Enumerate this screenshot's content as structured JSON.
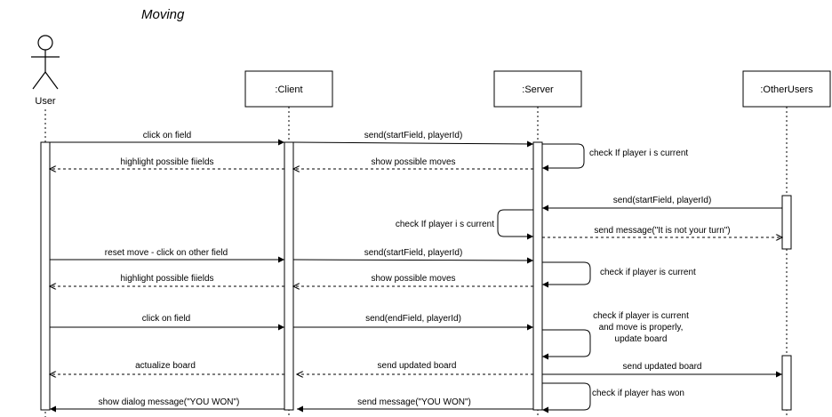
{
  "title": "Moving",
  "participants": [
    {
      "id": "user",
      "label": "User",
      "kind": "actor"
    },
    {
      "id": "client",
      "label": ":Client",
      "kind": "box"
    },
    {
      "id": "server",
      "label": ":Server",
      "kind": "box"
    },
    {
      "id": "other",
      "label": ":OtherUsers",
      "kind": "box"
    }
  ],
  "messages": [
    {
      "id": "m1",
      "text": "click on field",
      "from": "user",
      "to": "client",
      "type": "call"
    },
    {
      "id": "m2",
      "text": "send(startField, playerId)",
      "from": "client",
      "to": "server",
      "type": "call"
    },
    {
      "id": "m3",
      "text": "check If player i s current",
      "from": "server",
      "to": "server",
      "type": "self"
    },
    {
      "id": "m4",
      "text": "highlight possible fiields",
      "from": "client",
      "to": "user",
      "type": "return"
    },
    {
      "id": "m5",
      "text": "show possible moves",
      "from": "server",
      "to": "client",
      "type": "return"
    },
    {
      "id": "m6",
      "text": "send(startField, playerId)",
      "from": "other",
      "to": "server",
      "type": "call"
    },
    {
      "id": "m7",
      "text": "check If player i s current",
      "from": "server",
      "to": "server",
      "type": "self-left"
    },
    {
      "id": "m8",
      "text": "send message(\"It is not your turn\")",
      "from": "server",
      "to": "other",
      "type": "return"
    },
    {
      "id": "m9",
      "text": "reset move - click on other field",
      "from": "user",
      "to": "client",
      "type": "call"
    },
    {
      "id": "m10",
      "text": "send(startField, playerId)",
      "from": "client",
      "to": "server",
      "type": "call"
    },
    {
      "id": "m11",
      "text": "check if player is current",
      "from": "server",
      "to": "server",
      "type": "self"
    },
    {
      "id": "m12",
      "text": "highlight possible fiields",
      "from": "client",
      "to": "user",
      "type": "return"
    },
    {
      "id": "m13",
      "text": "show possible moves",
      "from": "server",
      "to": "client",
      "type": "return"
    },
    {
      "id": "m14",
      "text": "click on field",
      "from": "user",
      "to": "client",
      "type": "call"
    },
    {
      "id": "m15",
      "text": "send(endField, playerId)",
      "from": "client",
      "to": "server",
      "type": "call"
    },
    {
      "id": "m16",
      "text": [
        "check if player is current",
        "and move is properly,",
        "update board"
      ],
      "from": "server",
      "to": "server",
      "type": "self"
    },
    {
      "id": "m17",
      "text": "actualize board",
      "from": "client",
      "to": "user",
      "type": "return"
    },
    {
      "id": "m18",
      "text": "send updated board",
      "from": "server",
      "to": "client",
      "type": "return"
    },
    {
      "id": "m19",
      "text": "send updated board",
      "from": "server",
      "to": "other",
      "type": "call"
    },
    {
      "id": "m20",
      "text": "show dialog message(\"YOU WON\")",
      "from": "client",
      "to": "user",
      "type": "call"
    },
    {
      "id": "m21",
      "text": "send message(\"YOU WON\")",
      "from": "server",
      "to": "client",
      "type": "call"
    },
    {
      "id": "m22",
      "text": "check if player has won",
      "from": "server",
      "to": "server",
      "type": "self"
    }
  ]
}
